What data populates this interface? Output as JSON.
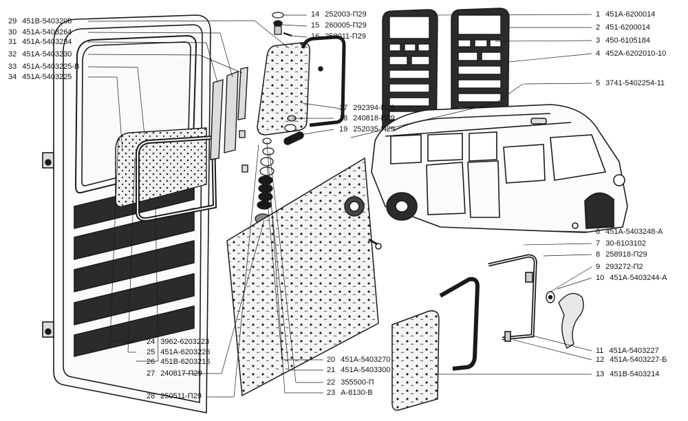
{
  "callouts": [
    {
      "num": "1",
      "code": "451A-6200014"
    },
    {
      "num": "2",
      "code": "451-6200014"
    },
    {
      "num": "3",
      "code": "450-6105184"
    },
    {
      "num": "4",
      "code": "452A-6202010-10"
    },
    {
      "num": "5",
      "code": "3741-5402254-11"
    },
    {
      "num": "6",
      "code": "451A-5403248-A"
    },
    {
      "num": "7",
      "code": "30-6103102"
    },
    {
      "num": "8",
      "code": "258918-П29"
    },
    {
      "num": "9",
      "code": "293272-П2"
    },
    {
      "num": "10",
      "code": "451A-5403244-A"
    },
    {
      "num": "11",
      "code": "451A-5403227"
    },
    {
      "num": "12",
      "code": "451A-5403227-Б"
    },
    {
      "num": "13",
      "code": "451В-5403214"
    },
    {
      "num": "14",
      "code": "252003-П29"
    },
    {
      "num": "15",
      "code": "260005-П29"
    },
    {
      "num": "16",
      "code": "258011-П29"
    },
    {
      "num": "17",
      "code": "292394-П29"
    },
    {
      "num": "18",
      "code": "240818-П29"
    },
    {
      "num": "19",
      "code": "252035-П29"
    },
    {
      "num": "20",
      "code": "451A-5403270"
    },
    {
      "num": "21",
      "code": "451A-5403300"
    },
    {
      "num": "22",
      "code": "355500-П"
    },
    {
      "num": "23",
      "code": "A-8130-В"
    },
    {
      "num": "24",
      "code": "3962-6203223"
    },
    {
      "num": "25",
      "code": "451A-6203226"
    },
    {
      "num": "26",
      "code": "451В-6203216"
    },
    {
      "num": "27",
      "code": "240817-П29"
    },
    {
      "num": "28",
      "code": "250511-П29"
    },
    {
      "num": "29",
      "code": "451В-5403208"
    },
    {
      "num": "30",
      "code": "451A-5403264"
    },
    {
      "num": "31",
      "code": "451A-5403234"
    },
    {
      "num": "32",
      "code": "451A-5403230"
    },
    {
      "num": "33",
      "code": "451A-5403225-В"
    },
    {
      "num": "34",
      "code": "451A-5403225"
    }
  ],
  "colors": {
    "ink": "#1a1a1a",
    "paper": "#ffffff",
    "shade": "#3a3a3a"
  }
}
